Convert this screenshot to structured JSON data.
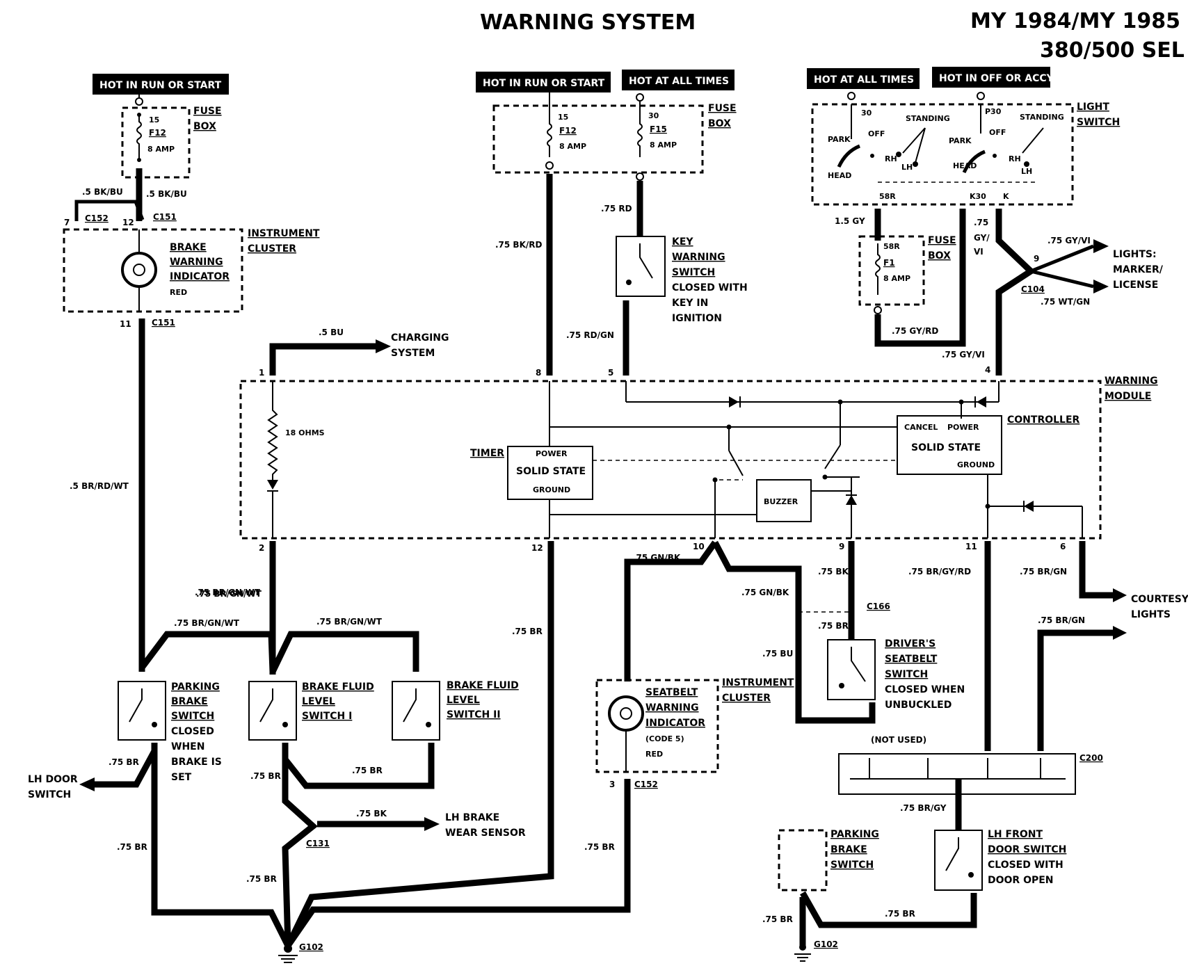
{
  "title": "WARNING SYSTEM",
  "model_line1": "MY 1984/MY 1985",
  "model_line2": "380/500 SEL",
  "power_tags": {
    "left_run_start": "HOT IN RUN OR START",
    "mid_run_start": "HOT IN RUN OR START",
    "mid_all_times": "HOT AT ALL TIMES",
    "right_all_times": "HOT AT ALL TIMES",
    "right_off_accy": "HOT IN OFF OR ACCY"
  },
  "fuse_boxes": {
    "left": {
      "label1": "FUSE",
      "label2": "BOX",
      "term": "15",
      "fuse": "F12",
      "amp": "8 AMP"
    },
    "mid_a": {
      "term": "15",
      "fuse": "F12",
      "amp": "8 AMP"
    },
    "mid_b": {
      "term": "30",
      "fuse": "F15",
      "amp": "8 AMP"
    },
    "mid_label1": "FUSE",
    "mid_label2": "BOX",
    "right": {
      "label1": "FUSE",
      "label2": "BOX",
      "term": "58R",
      "fuse": "F1",
      "amp": "8 AMP"
    }
  },
  "light_switch": {
    "label1": "LIGHT",
    "label2": "SWITCH",
    "t30": "30",
    "tp30": "P30",
    "park_a": "PARK",
    "head_a": "HEAD",
    "off_a": "OFF",
    "standing_a": "STANDING",
    "rh_a": "RH",
    "lh_a": "LH",
    "park_b": "PARK",
    "head_b": "HEAD",
    "off_b": "OFF",
    "standing_b": "STANDING",
    "rh_b": "RH",
    "lh_b": "LH",
    "t58r": "58R",
    "tk30": "K30",
    "tk": "K"
  },
  "cluster_top": {
    "label1": "INSTRUMENT",
    "label2": "CLUSTER",
    "ind1": "BRAKE",
    "ind2": "WARNING",
    "ind3": "INDICATOR",
    "color": "RED"
  },
  "key_switch": {
    "l1": "KEY",
    "l2": "WARNING",
    "l3": "SWITCH",
    "l4": "CLOSED WITH",
    "l5": "KEY IN",
    "l6": "IGNITION"
  },
  "module": {
    "label1": "WARNING",
    "label2": "MODULE",
    "timer": "TIMER",
    "timer_power": "POWER",
    "timer_ss": "SOLID STATE",
    "timer_gnd": "GROUND",
    "controller": "CONTROLLER",
    "ctrl_cancel": "CANCEL",
    "ctrl_power": "POWER",
    "ctrl_ss": "SOLID STATE",
    "ctrl_gnd": "GROUND",
    "buzzer": "BUZZER",
    "resistor": "18 OHMS",
    "pins": {
      "p1": "1",
      "p8": "8",
      "p5": "5",
      "p4": "4",
      "p2": "2",
      "p12": "12",
      "p10": "10",
      "p9": "9",
      "p11": "11",
      "p6": "6"
    }
  },
  "charging": {
    "l1": "CHARGING",
    "l2": "SYSTEM",
    "wire": ".5 BU"
  },
  "lights_out": {
    "l1": "LIGHTS:",
    "l2": "MARKER/",
    "l3": "LICENSE",
    "w1": ".75 GY/VI",
    "w2": ".75 WT/GN",
    "conn": "C104",
    "pin": "9"
  },
  "courtesy": {
    "l1": "COURTESY",
    "l2": "LIGHTS"
  },
  "wires": {
    "w_5bkbu_a": ".5 BK/BU",
    "w_5bkbu_b": ".5 BK/BU",
    "w_5brrdwt": ".5 BR/RD/WT",
    "w_75bkrd": ".75 BK/RD",
    "w_75rd": ".75 RD",
    "w_75rdgn": ".75 RD/GN",
    "w_15gy": "1.5 GY",
    "w_75gyvi_a": ".75",
    "w_75gyvi_b": "GY/",
    "w_75gyvi_c": "VI",
    "w_75gyrd": ".75 GY/RD",
    "w_75gyvi_d": ".75 GY/VI",
    "w_75brgnwt_a": ".75 BR/GN/WT",
    "w_75brgnwt_b": ".75 BR/GN/WT",
    "w_75brgnwt_c": ".75 BR/GN/WT",
    "w_75br_mid": ".75 BR",
    "w_75gnbk_a": ".75 GN/BK",
    "w_75gnbk_b": ".75 GN/BK",
    "w_75bk": ".75 BK",
    "w_75br_c166": ".75 BR",
    "w_75bu": ".75 BU",
    "w_75brgyrd": ".75 BR/GY/RD",
    "w_75brgn_a": ".75 BR/GN",
    "w_75brgn_b": ".75 BR/GN",
    "w_75br_a": ".75 BR",
    "w_75br_b": ".75 BR",
    "w_75br_c": ".75 BR",
    "w_75br_d": ".75 BR",
    "w_75br_e": ".75 BR",
    "w_75bk_wear": ".75 BK",
    "w_75br_f": ".75 BR",
    "w_75brgy": ".75 BR/GY",
    "w_75br_g": ".75 BR",
    "w_75br_h": ".75 BR"
  },
  "connectors": {
    "c152a": "C152",
    "c151a": "C151",
    "c151b": "C151",
    "c166": "C166",
    "c131": "C131",
    "c152b": "C152",
    "c200": "C200",
    "g102a": "G102",
    "g102b": "G102",
    "n7": "7",
    "n12": "12",
    "n11": "11",
    "n3": "3"
  },
  "switches": {
    "parking": {
      "l1": "PARKING",
      "l2": "BRAKE",
      "l3": "SWITCH",
      "l4": "CLOSED",
      "l5": "WHEN",
      "l6": "BRAKE IS",
      "l7": "SET"
    },
    "fluid1": {
      "l1": "BRAKE FLUID",
      "l2": "LEVEL",
      "l3": "SWITCH I"
    },
    "fluid2": {
      "l1": "BRAKE FLUID",
      "l2": "LEVEL",
      "l3": "SWITCH II"
    },
    "seatbelt_sw": {
      "l1": "DRIVER'S",
      "l2": "SEATBELT",
      "l3": "SWITCH",
      "l4": "CLOSED WHEN",
      "l5": "UNBUCKLED"
    },
    "lh_front": {
      "l1": "LH FRONT",
      "l2": "DOOR SWITCH",
      "l3": "CLOSED WITH",
      "l4": "DOOR OPEN"
    },
    "parking2": {
      "l1": "PARKING",
      "l2": "BRAKE",
      "l3": "SWITCH"
    }
  },
  "seatbelt_ind": {
    "l1": "SEATBELT",
    "l2": "WARNING",
    "l3": "INDICATOR",
    "l4": "(CODE 5)",
    "l5": "RED",
    "cl1": "INSTRUMENT",
    "cl2": "CLUSTER"
  },
  "lh_door": {
    "l1": "LH DOOR",
    "l2": "SWITCH"
  },
  "wear_sensor": {
    "l1": "LH BRAKE",
    "l2": "WEAR SENSOR"
  },
  "not_used": "(NOT USED)"
}
